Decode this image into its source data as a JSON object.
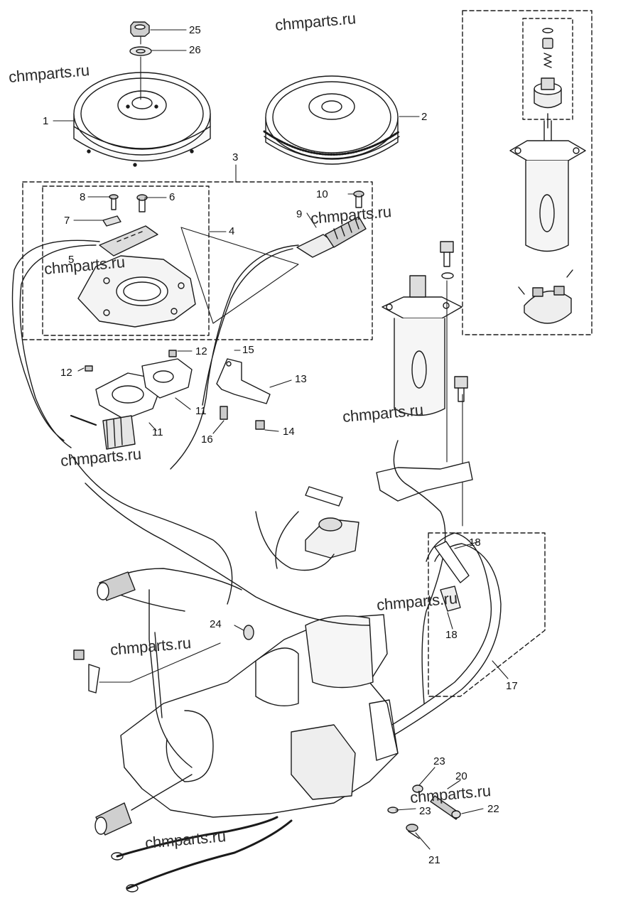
{
  "watermark": "chmparts.ru",
  "callouts": {
    "c1": "1",
    "c2": "2",
    "c3": "3",
    "c4": "4",
    "c5": "5",
    "c6": "6",
    "c7": "7",
    "c8": "8",
    "c9": "9",
    "c10": "10",
    "c11a": "11",
    "c11b": "11",
    "c12a": "12",
    "c12b": "12",
    "c13": "13",
    "c14": "14",
    "c15": "15",
    "c16": "16",
    "c17": "17",
    "c18a": "18",
    "c18b": "18",
    "c20": "20",
    "c21": "21",
    "c22": "22",
    "c23a": "23",
    "c23b": "23",
    "c24": "24",
    "c25": "25",
    "c26": "26"
  }
}
